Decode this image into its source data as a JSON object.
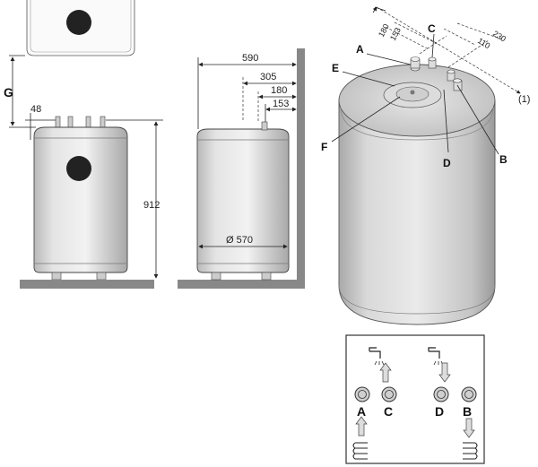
{
  "side_view": {
    "label_g": "G",
    "dim_48": "48",
    "dim_912": "912"
  },
  "front_view": {
    "dim_590": "590",
    "dim_305": "305",
    "dim_180": "180",
    "dim_153": "153",
    "dim_diameter": "Ø 570"
  },
  "top_view": {
    "label_a": "A",
    "label_b": "B",
    "label_c": "C",
    "label_d": "D",
    "label_e": "E",
    "label_f": "F",
    "dim_180": "180",
    "dim_153": "153",
    "dim_230": "230",
    "dim_110": "110",
    "marker_1": "(1)"
  },
  "legend": {
    "label_a": "A",
    "label_c": "C",
    "label_d": "D",
    "label_b": "B"
  }
}
